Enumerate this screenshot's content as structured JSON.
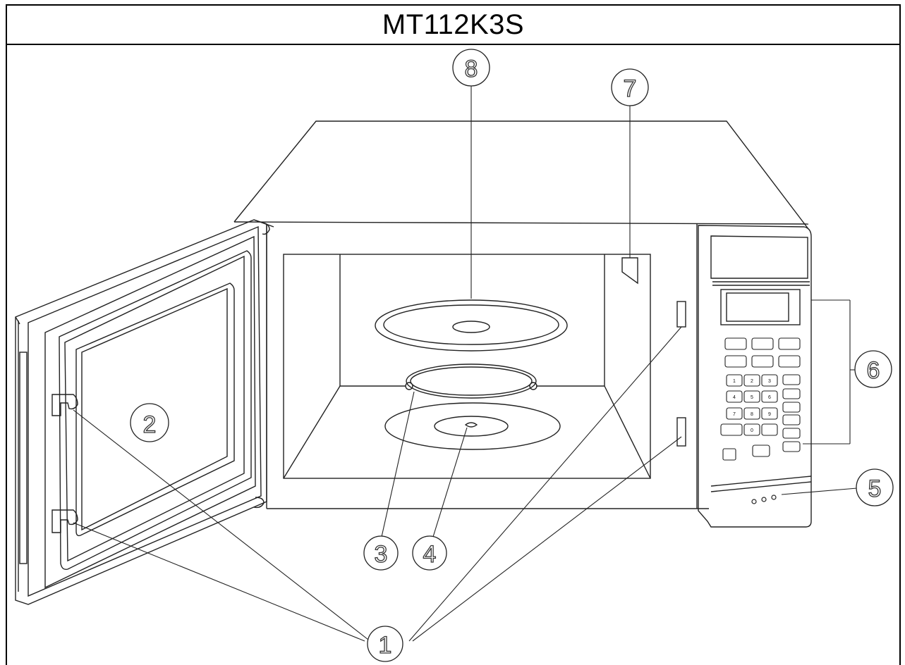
{
  "header": {
    "title": "MT112K3S"
  },
  "callouts": [
    {
      "label": "1"
    },
    {
      "label": "2"
    },
    {
      "label": "3"
    },
    {
      "label": "4"
    },
    {
      "label": "5"
    },
    {
      "label": "6"
    },
    {
      "label": "7"
    },
    {
      "label": "8"
    }
  ],
  "keypad": {
    "digits": [
      "1",
      "2",
      "3",
      "4",
      "5",
      "6",
      "7",
      "8",
      "9",
      "0"
    ]
  },
  "colors": {
    "line": "#222222",
    "background": "#ffffff"
  }
}
